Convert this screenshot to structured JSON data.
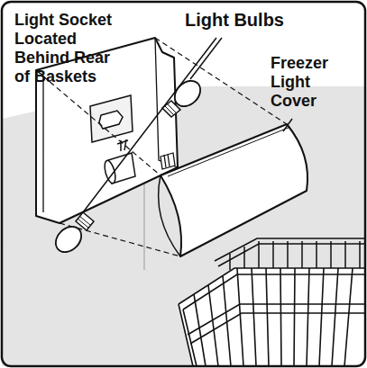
{
  "diagram": {
    "labels": [
      "Light Socket Located Behind Rear of Baskets",
      "Light Bulbs",
      "Freezer Light Cover"
    ]
  }
}
